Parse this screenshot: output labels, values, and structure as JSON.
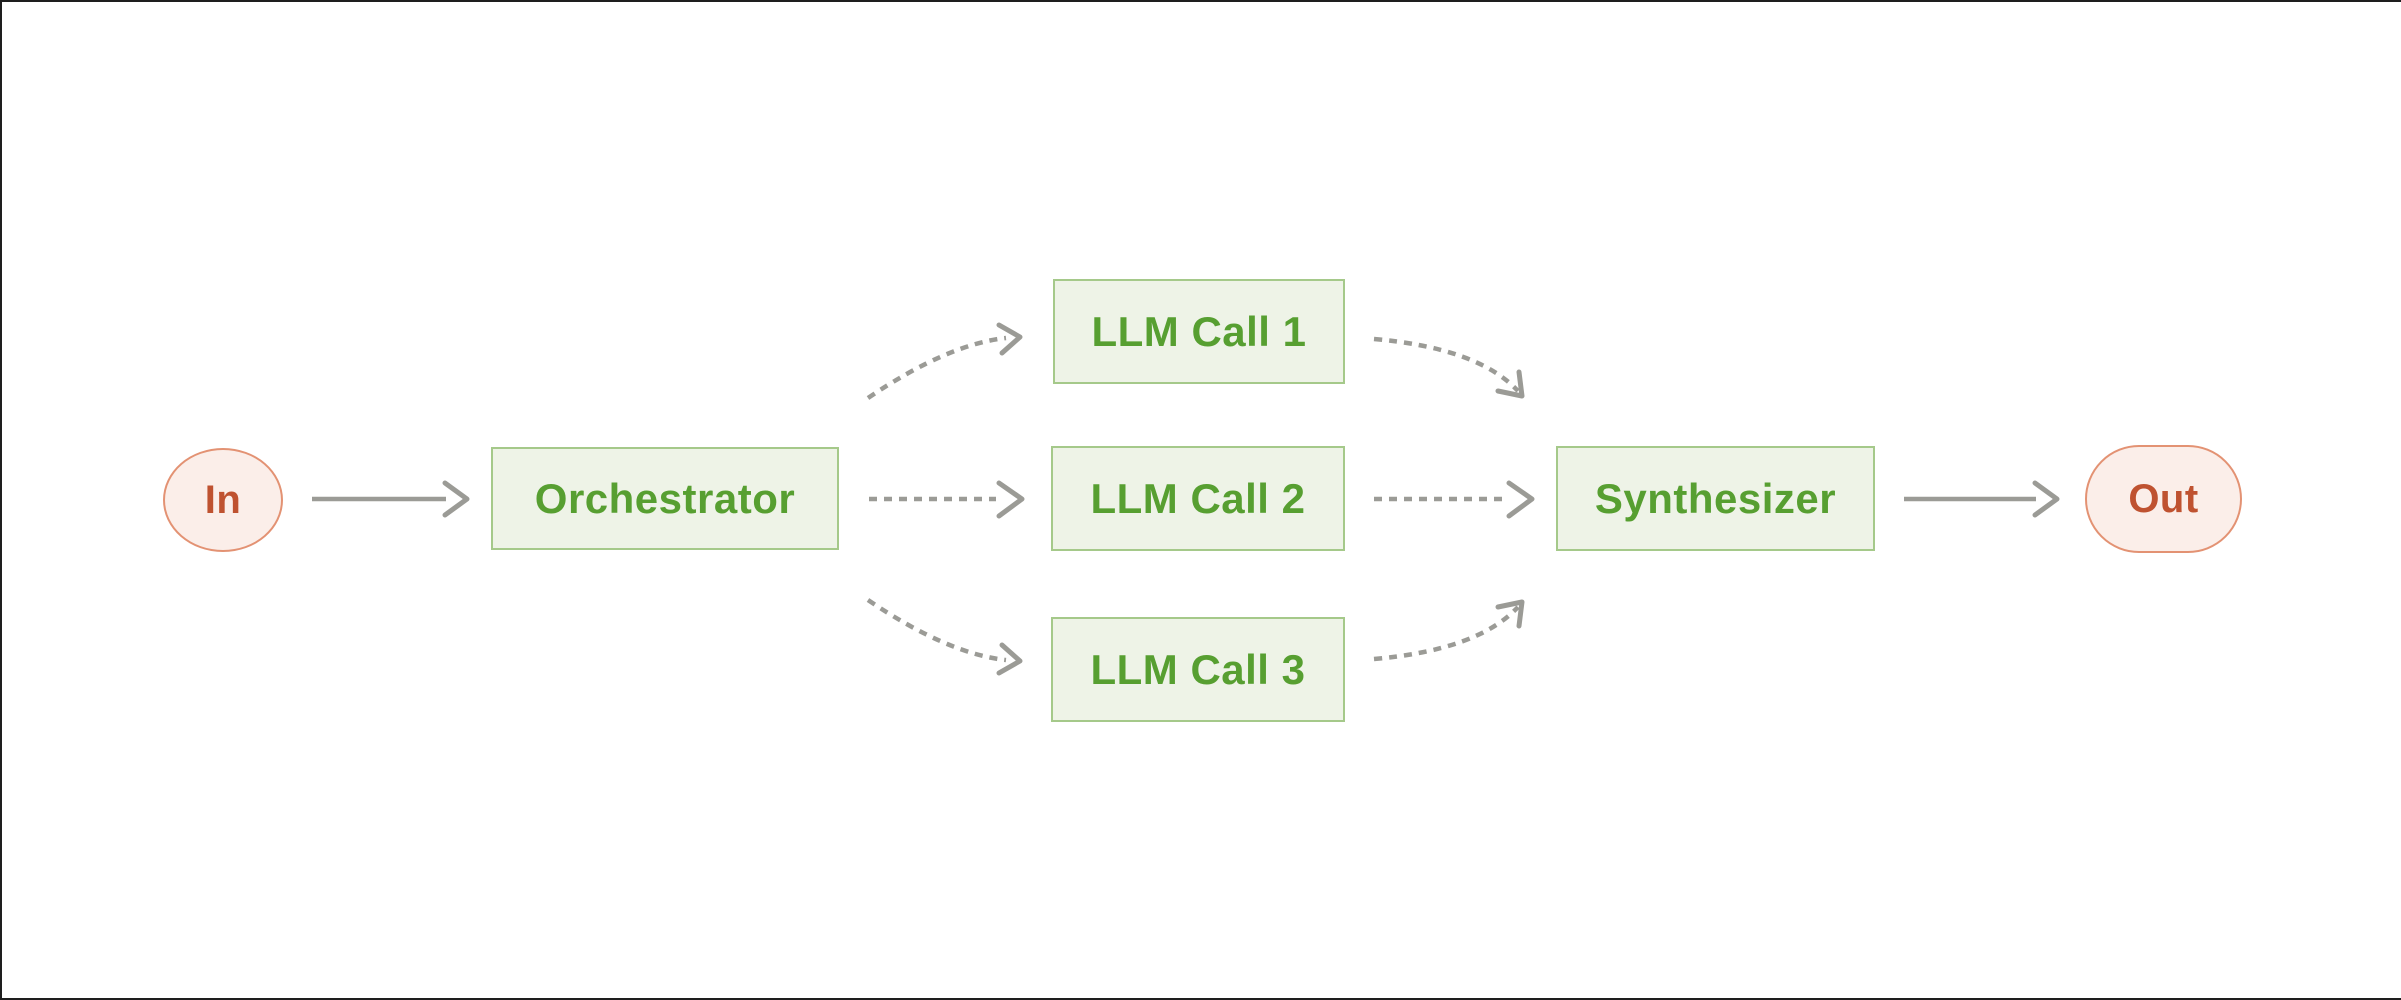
{
  "diagram": {
    "nodes": {
      "input": {
        "label": "In",
        "shape": "circle",
        "palette": "pink"
      },
      "orchestrator": {
        "label": "Orchestrator",
        "shape": "rect",
        "palette": "green"
      },
      "llm_call_1": {
        "label": "LLM Call 1",
        "shape": "rect",
        "palette": "green"
      },
      "llm_call_2": {
        "label": "LLM Call 2",
        "shape": "rect",
        "palette": "green"
      },
      "llm_call_3": {
        "label": "LLM Call 3",
        "shape": "rect",
        "palette": "green"
      },
      "synthesizer": {
        "label": "Synthesizer",
        "shape": "rect",
        "palette": "green"
      },
      "output": {
        "label": "Out",
        "shape": "pill",
        "palette": "pink"
      }
    },
    "edges": [
      {
        "from": "input",
        "to": "orchestrator",
        "style": "solid"
      },
      {
        "from": "orchestrator",
        "to": "llm_call_1",
        "style": "dashed"
      },
      {
        "from": "orchestrator",
        "to": "llm_call_2",
        "style": "dashed"
      },
      {
        "from": "orchestrator",
        "to": "llm_call_3",
        "style": "dashed"
      },
      {
        "from": "llm_call_1",
        "to": "synthesizer",
        "style": "dashed"
      },
      {
        "from": "llm_call_2",
        "to": "synthesizer",
        "style": "dashed"
      },
      {
        "from": "llm_call_3",
        "to": "synthesizer",
        "style": "dashed"
      },
      {
        "from": "synthesizer",
        "to": "output",
        "style": "solid"
      }
    ],
    "colors": {
      "node_green_fill": "#eef3e7",
      "node_green_border": "#a5c98a",
      "node_green_text": "#579f31",
      "node_pink_fill": "#fbeee9",
      "node_pink_border": "#e39273",
      "node_pink_text": "#bf5230",
      "arrow_gray": "#9b9b96",
      "frame_border": "#1e1e1e",
      "background": "#ffffff"
    }
  }
}
